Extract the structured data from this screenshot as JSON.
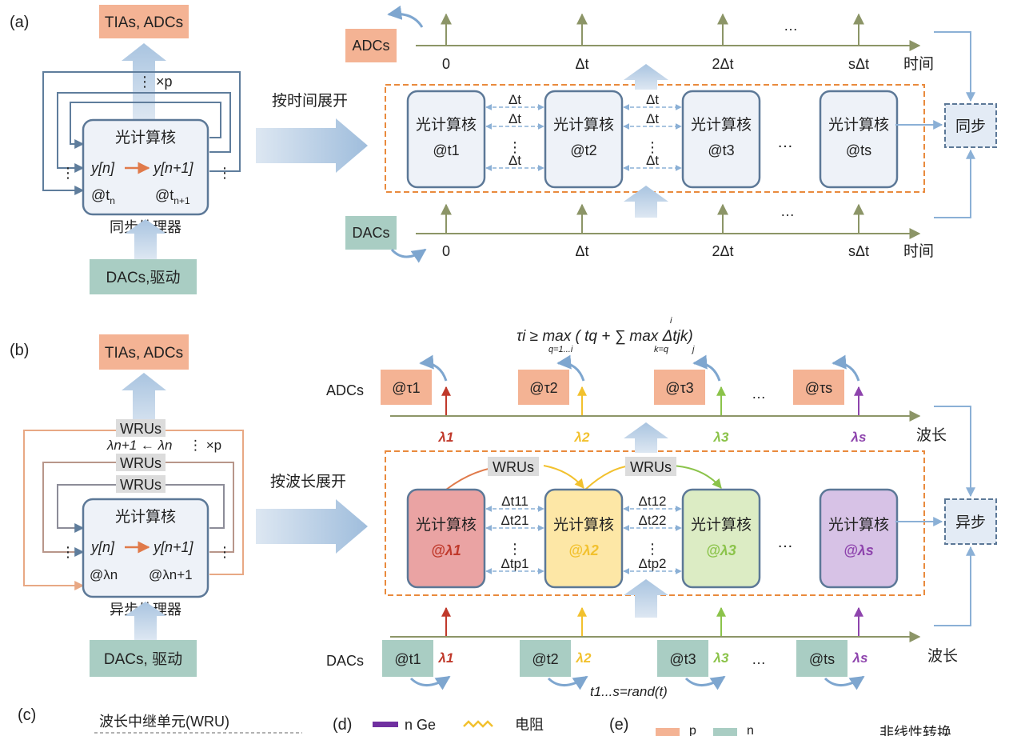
{
  "panel_a": {
    "label": "(a)",
    "top_box": "TIAs, ADCs",
    "repeat": "⋮ ×p",
    "core_title": "光计算核",
    "core_left": "y[n]",
    "core_right": "y[n+1]",
    "core_at_left": "@t",
    "core_at_left_sub": "n",
    "core_at_right": "@t",
    "core_at_right_sub": "n+1",
    "processor": "同步处理器",
    "bottom_box": "DACs,驱动",
    "unfold_label": "按时间展开",
    "adc_box": "ADCs",
    "dac_box": "DACs",
    "time_ticks": [
      "0",
      "Δt",
      "2Δt",
      "sΔt"
    ],
    "axis_label": "时间",
    "cores": [
      "光计算核",
      "光计算核",
      "光计算核",
      "光计算核"
    ],
    "core_subs": [
      "@t1",
      "@t2",
      "@t3",
      "@ts"
    ],
    "delay": "Δt",
    "ellipsis": "…",
    "vdots": "⋮",
    "sync_box": "同步"
  },
  "panel_b": {
    "label": "(b)",
    "top_box": "TIAs, ADCs",
    "wru1": "WRUs",
    "wru_relation": "λn+1 ← λn",
    "repeat": "⋮ ×p",
    "wru2": "WRUs",
    "wru3": "WRUs",
    "core_title": "光计算核",
    "core_left": "y[n]",
    "core_right": "y[n+1]",
    "core_at_left": "@λn",
    "core_at_right": "@λn+1",
    "processor": "异步处理器",
    "bottom_box": "DACs, 驱动",
    "unfold_label": "按波长展开",
    "formula": "τi ≥ max ( tq + ∑ max Δtjk)",
    "formula_sub1": "q=1...i",
    "formula_sub2": "k=q",
    "formula_sup": "i",
    "formula_sub3": "j",
    "adc_label": "ADCs",
    "adc_boxes": [
      "@τ1",
      "@τ2",
      "@τ3",
      "@τs"
    ],
    "lambdas": [
      "λ1",
      "λ2",
      "λ3",
      "λs"
    ],
    "axis_label": "波长",
    "wru_top1": "WRUs",
    "wru_top2": "WRUs",
    "cores": [
      "光计算核",
      "光计算核",
      "光计算核",
      "光计算核"
    ],
    "core_subs": [
      "@λ1",
      "@λ2",
      "@λ3",
      "@λs"
    ],
    "delays_left": [
      "Δt11",
      "Δt21",
      "Δtp1"
    ],
    "delays_right": [
      "Δt12",
      "Δt22",
      "Δtp2"
    ],
    "async_box": "异步",
    "dac_label": "DACs",
    "dac_boxes": [
      "@t1",
      "@t2",
      "@t3",
      "@ts"
    ],
    "rand_label": "t1...s=rand(t)",
    "ellipsis": "…"
  },
  "panel_c": {
    "label": "(c)",
    "title": "波长中继单元(WRU)"
  },
  "panel_d": {
    "label": "(d)",
    "legend_ge": "n Ge",
    "legend_res": "电阻"
  },
  "panel_e": {
    "label": "(e)",
    "legend_p": "p",
    "legend_n": "n",
    "legend_nl": "非线性转换"
  },
  "colors": {
    "orange_box": "#f4b394",
    "teal_box": "#a9cdc3",
    "core_fill": "#eef2f8",
    "core_stroke": "#5c7897",
    "axis": "#8c9567",
    "arrow_blue": "#b8cce2",
    "dash_orange": "#e98a3d",
    "lambda1": "#c0392b",
    "lambda2": "#f2c12e",
    "lambda3": "#8bc34a",
    "lambdas": "#8e44ad",
    "core1": "#eaa3a3",
    "core2": "#fde7a6",
    "core3": "#dcecc4",
    "cores": "#d7c2e6"
  }
}
